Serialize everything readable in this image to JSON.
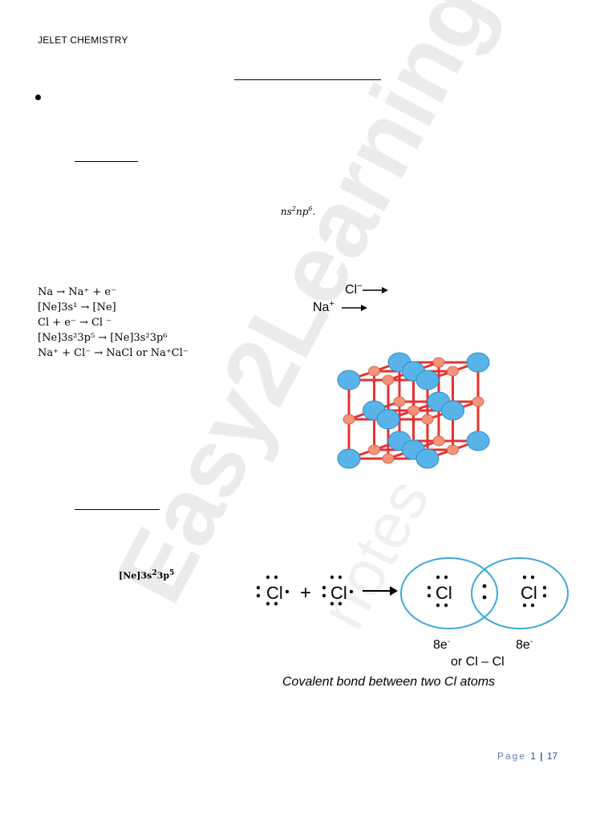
{
  "header": {
    "running_title": "JELET CHEMISTRY"
  },
  "configs": {
    "noble_gas": {
      "base": "ns",
      "exp1": "2",
      "mid": "np",
      "exp2": "6",
      "end": "."
    },
    "chlorine": {
      "base": "[Ne]3s",
      "exp1": "2",
      "mid": "3p",
      "exp2": "5"
    }
  },
  "ionic_equations": [
    "Na → Na⁺ + e⁻",
    "[Ne]3s¹ → [Ne]",
    "Cl + e⁻ → Cl ⁻",
    "[Ne]3s²3p⁵ → [Ne]3s²3p⁶",
    "Na⁺ + Cl⁻ → NaCl or Na⁺Cl⁻"
  ],
  "nacl_lattice": {
    "cl_ion_label": "Cl",
    "cl_ion_sup": "−",
    "na_ion_label": "Na",
    "na_ion_sup": "+",
    "colors": {
      "edge": "#e8302f",
      "cl": "#58b4e8",
      "na": "#f2937a"
    }
  },
  "covalent_diagram": {
    "atom_symbol": "Cl",
    "plus": "+",
    "left_octet": "8e",
    "right_octet": "8e",
    "octet_sup": "-",
    "bond_formula": "or Cl – Cl",
    "caption": "Covalent bond between two Cl atoms",
    "colors": {
      "circle": "#3aa8d8"
    }
  },
  "watermark": {
    "text": "Easy2Learning",
    "sub": "notes"
  },
  "footer": {
    "page_word": "Page",
    "page_number": "1",
    "separator": "|",
    "total_pages": "17"
  }
}
